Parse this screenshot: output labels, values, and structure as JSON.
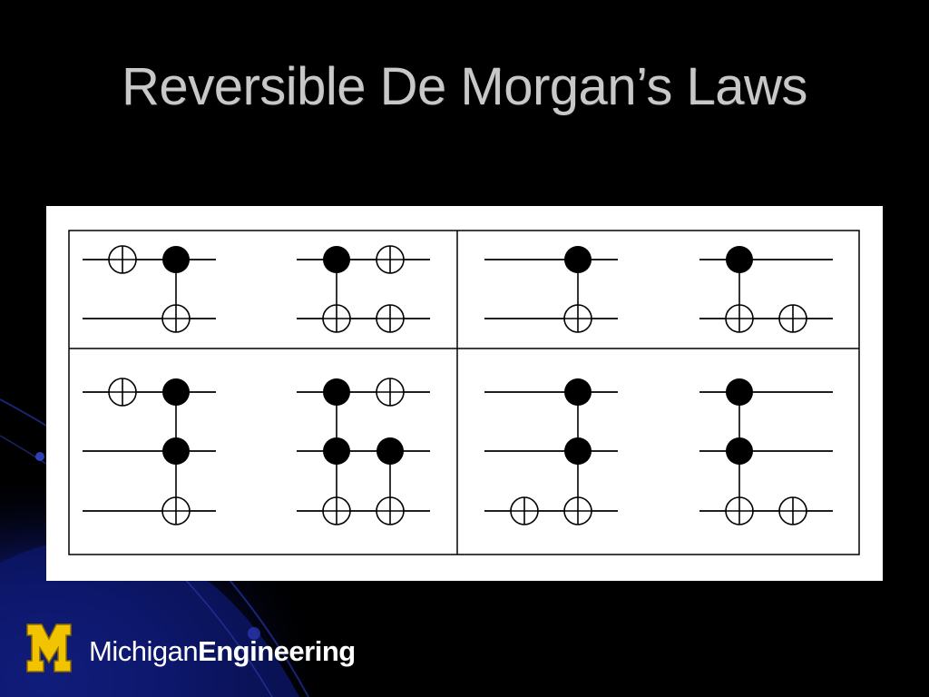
{
  "slide": {
    "title": "Reversible De Morgan’s Laws"
  },
  "footer": {
    "logo_icon": "block-m-logo",
    "brand_light": "Michigan",
    "brand_bold": "Engineering",
    "colors": {
      "logo_maize": "#f2c300",
      "background_blue": "#1a2aa8"
    }
  },
  "diagram": {
    "description_free": true,
    "equivalences": [
      {
        "wires": 2,
        "left": [
          {
            "type": "not",
            "target": 0
          },
          {
            "type": "cnot",
            "controls": [
              0
            ],
            "target": 1
          }
        ],
        "right": [
          {
            "type": "cnot",
            "controls": [
              0
            ],
            "target": 1
          },
          {
            "type": "not",
            "target": 0
          },
          {
            "type": "not",
            "target": 1
          }
        ]
      },
      {
        "wires": 2,
        "left": [
          {
            "type": "cnot",
            "controls": [
              0
            ],
            "target": 1
          }
        ],
        "right": [
          {
            "type": "cnot",
            "controls": [
              0
            ],
            "target": 1
          },
          {
            "type": "not",
            "target": 1
          }
        ]
      },
      {
        "wires": 3,
        "left": [
          {
            "type": "not",
            "target": 0
          },
          {
            "type": "toffoli",
            "controls": [
              0,
              1
            ],
            "target": 2
          }
        ],
        "right": [
          {
            "type": "toffoli",
            "controls": [
              0,
              1
            ],
            "target": 2
          },
          {
            "type": "not",
            "target": 0
          },
          {
            "type": "cnot",
            "controls": [
              1
            ],
            "target": 2
          }
        ]
      },
      {
        "wires": 3,
        "left": [
          {
            "type": "not",
            "target": 2
          },
          {
            "type": "toffoli",
            "controls": [
              0,
              1
            ],
            "target": 2
          }
        ],
        "right": [
          {
            "type": "toffoli",
            "controls": [
              0,
              1
            ],
            "target": 2
          },
          {
            "type": "not",
            "target": 2
          }
        ]
      }
    ]
  }
}
